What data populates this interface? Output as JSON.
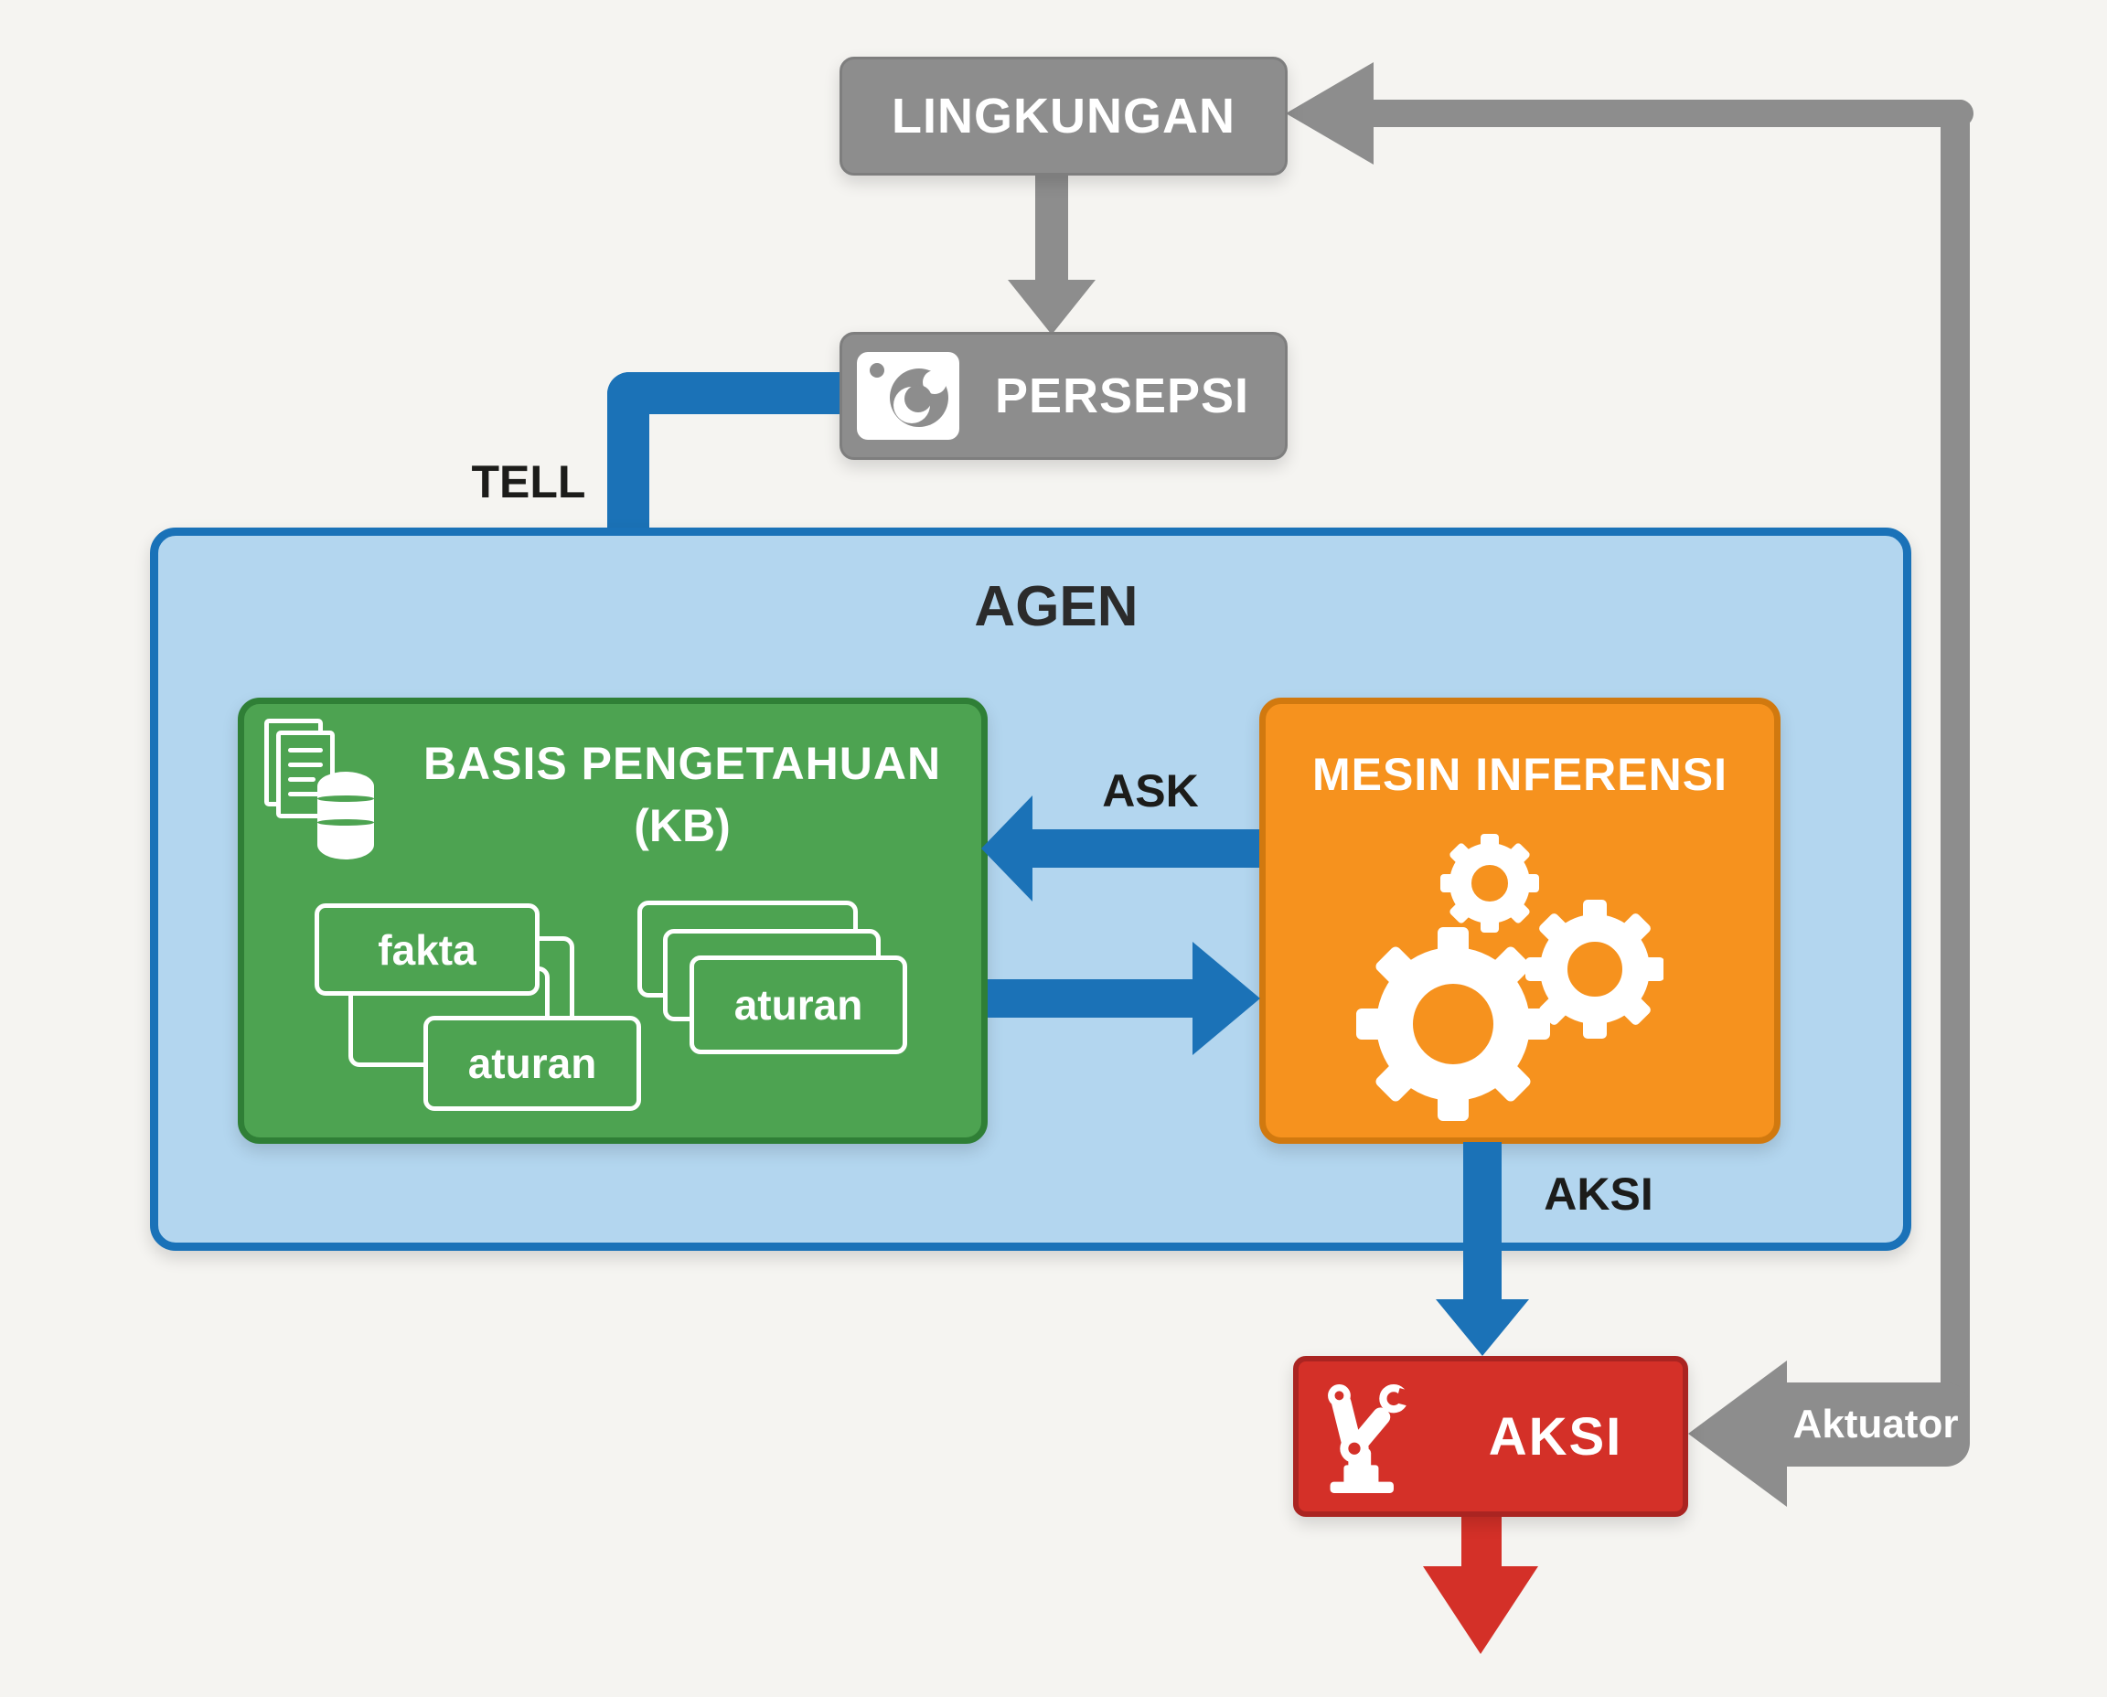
{
  "canvas": {
    "width": "2304",
    "height": "1856"
  },
  "colors": {
    "background": "#f5f4f1",
    "gray": "#8d8d8d",
    "blue_arrow": "#1b72b7",
    "agent_fill": "#b3d6ef",
    "agent_border": "#1a72b8",
    "green_fill": "#4da351",
    "green_border": "#2f7f36",
    "orange_fill": "#f6921e",
    "orange_border": "#d1790f",
    "red_fill": "#d43028",
    "label_dark": "#1c1c1a"
  },
  "environment": {
    "label": "LINGKUNGAN"
  },
  "perception": {
    "label": "PERSEPSI",
    "icon": "camera-icon"
  },
  "agent": {
    "label": "AGEN"
  },
  "knowledge_base": {
    "title": "BASIS PENGETAHUAN",
    "subtitle": "(KB)",
    "icon": "documents-database-icon",
    "cards": [
      {
        "label": "fakta"
      },
      {
        "label": "aturan"
      },
      {
        "label": "aturan"
      }
    ]
  },
  "inference_engine": {
    "title": "MESIN INFERENSI",
    "icon": "gears-icon"
  },
  "action": {
    "label": "AKSI",
    "icon": "robot-arm-icon"
  },
  "arrows": {
    "tell": "TELL",
    "ask": "ASK",
    "aksi": "AKSI",
    "aktuator": "Aktuator"
  }
}
